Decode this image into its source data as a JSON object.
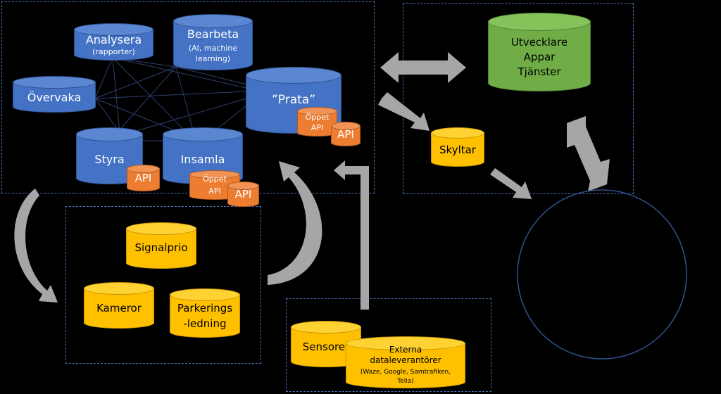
{
  "platform": {
    "analysera": {
      "title": "Analysera",
      "sub": "(rapporter)"
    },
    "bearbeta": {
      "title": "Bearbeta",
      "sub1": "(AI, machine",
      "sub2": "learning)"
    },
    "overvaka": {
      "title": "Övervaka"
    },
    "prata": {
      "title": "”Prata”"
    },
    "styra": {
      "title": "Styra"
    },
    "insamla": {
      "title": "Insamla"
    }
  },
  "api": {
    "label": "API",
    "open_line1": "Öppet",
    "open_line2": "API"
  },
  "field": {
    "signalprio": "Signalprio",
    "kameror": "Kameror",
    "parkering_1": "Parkerings",
    "parkering_2": "-ledning"
  },
  "sources": {
    "sensorer": "Sensorer",
    "externa_1": "Externa",
    "externa_2": "dataleverantörer",
    "externa_3": "(Waze, Google, Samtrafiken,",
    "externa_4": "Telia)"
  },
  "developers": {
    "line1": "Utvecklare",
    "line2": "Appar",
    "line3": "Tjänster"
  },
  "skyltar": "Skyltar",
  "colors": {
    "blue": "#4472c4",
    "yellow": "#ffc000",
    "orange": "#ed7d31",
    "green": "#70ad47",
    "arrow": "#a6a6a6",
    "border": "#4a6fb5"
  }
}
